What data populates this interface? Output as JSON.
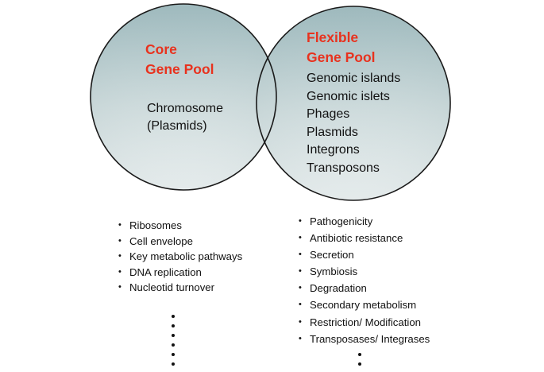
{
  "core_circle": {
    "title_line1": "Core",
    "title_line2": "Gene Pool",
    "subtitle_line1": "Chromosome",
    "subtitle_line2": "(Plasmids)"
  },
  "flexible_circle": {
    "title_line1": "Flexible",
    "title_line2": "Gene Pool",
    "elements": [
      "Genomic islands",
      "Genomic islets",
      "Phages",
      "Plasmids",
      "Integrons",
      "Transposons"
    ]
  },
  "core_features": [
    "Ribosomes",
    "Cell envelope",
    "Key metabolic pathways",
    "DNA replication",
    "Nucleotid turnover"
  ],
  "flexible_features": [
    "Pathogenicity",
    "Antibiotic resistance",
    "Secretion",
    "Symbiosis",
    "Degradation",
    "Secondary metabolism",
    "Restriction/ Modification",
    "Transposases/ Integrases"
  ],
  "colors": {
    "title": "#e8321e",
    "text": "#111111",
    "circle_outline": "#1a1a1a",
    "circle_fill_top": "#9cb8bc",
    "circle_fill_bottom": "#f4f7f7"
  }
}
